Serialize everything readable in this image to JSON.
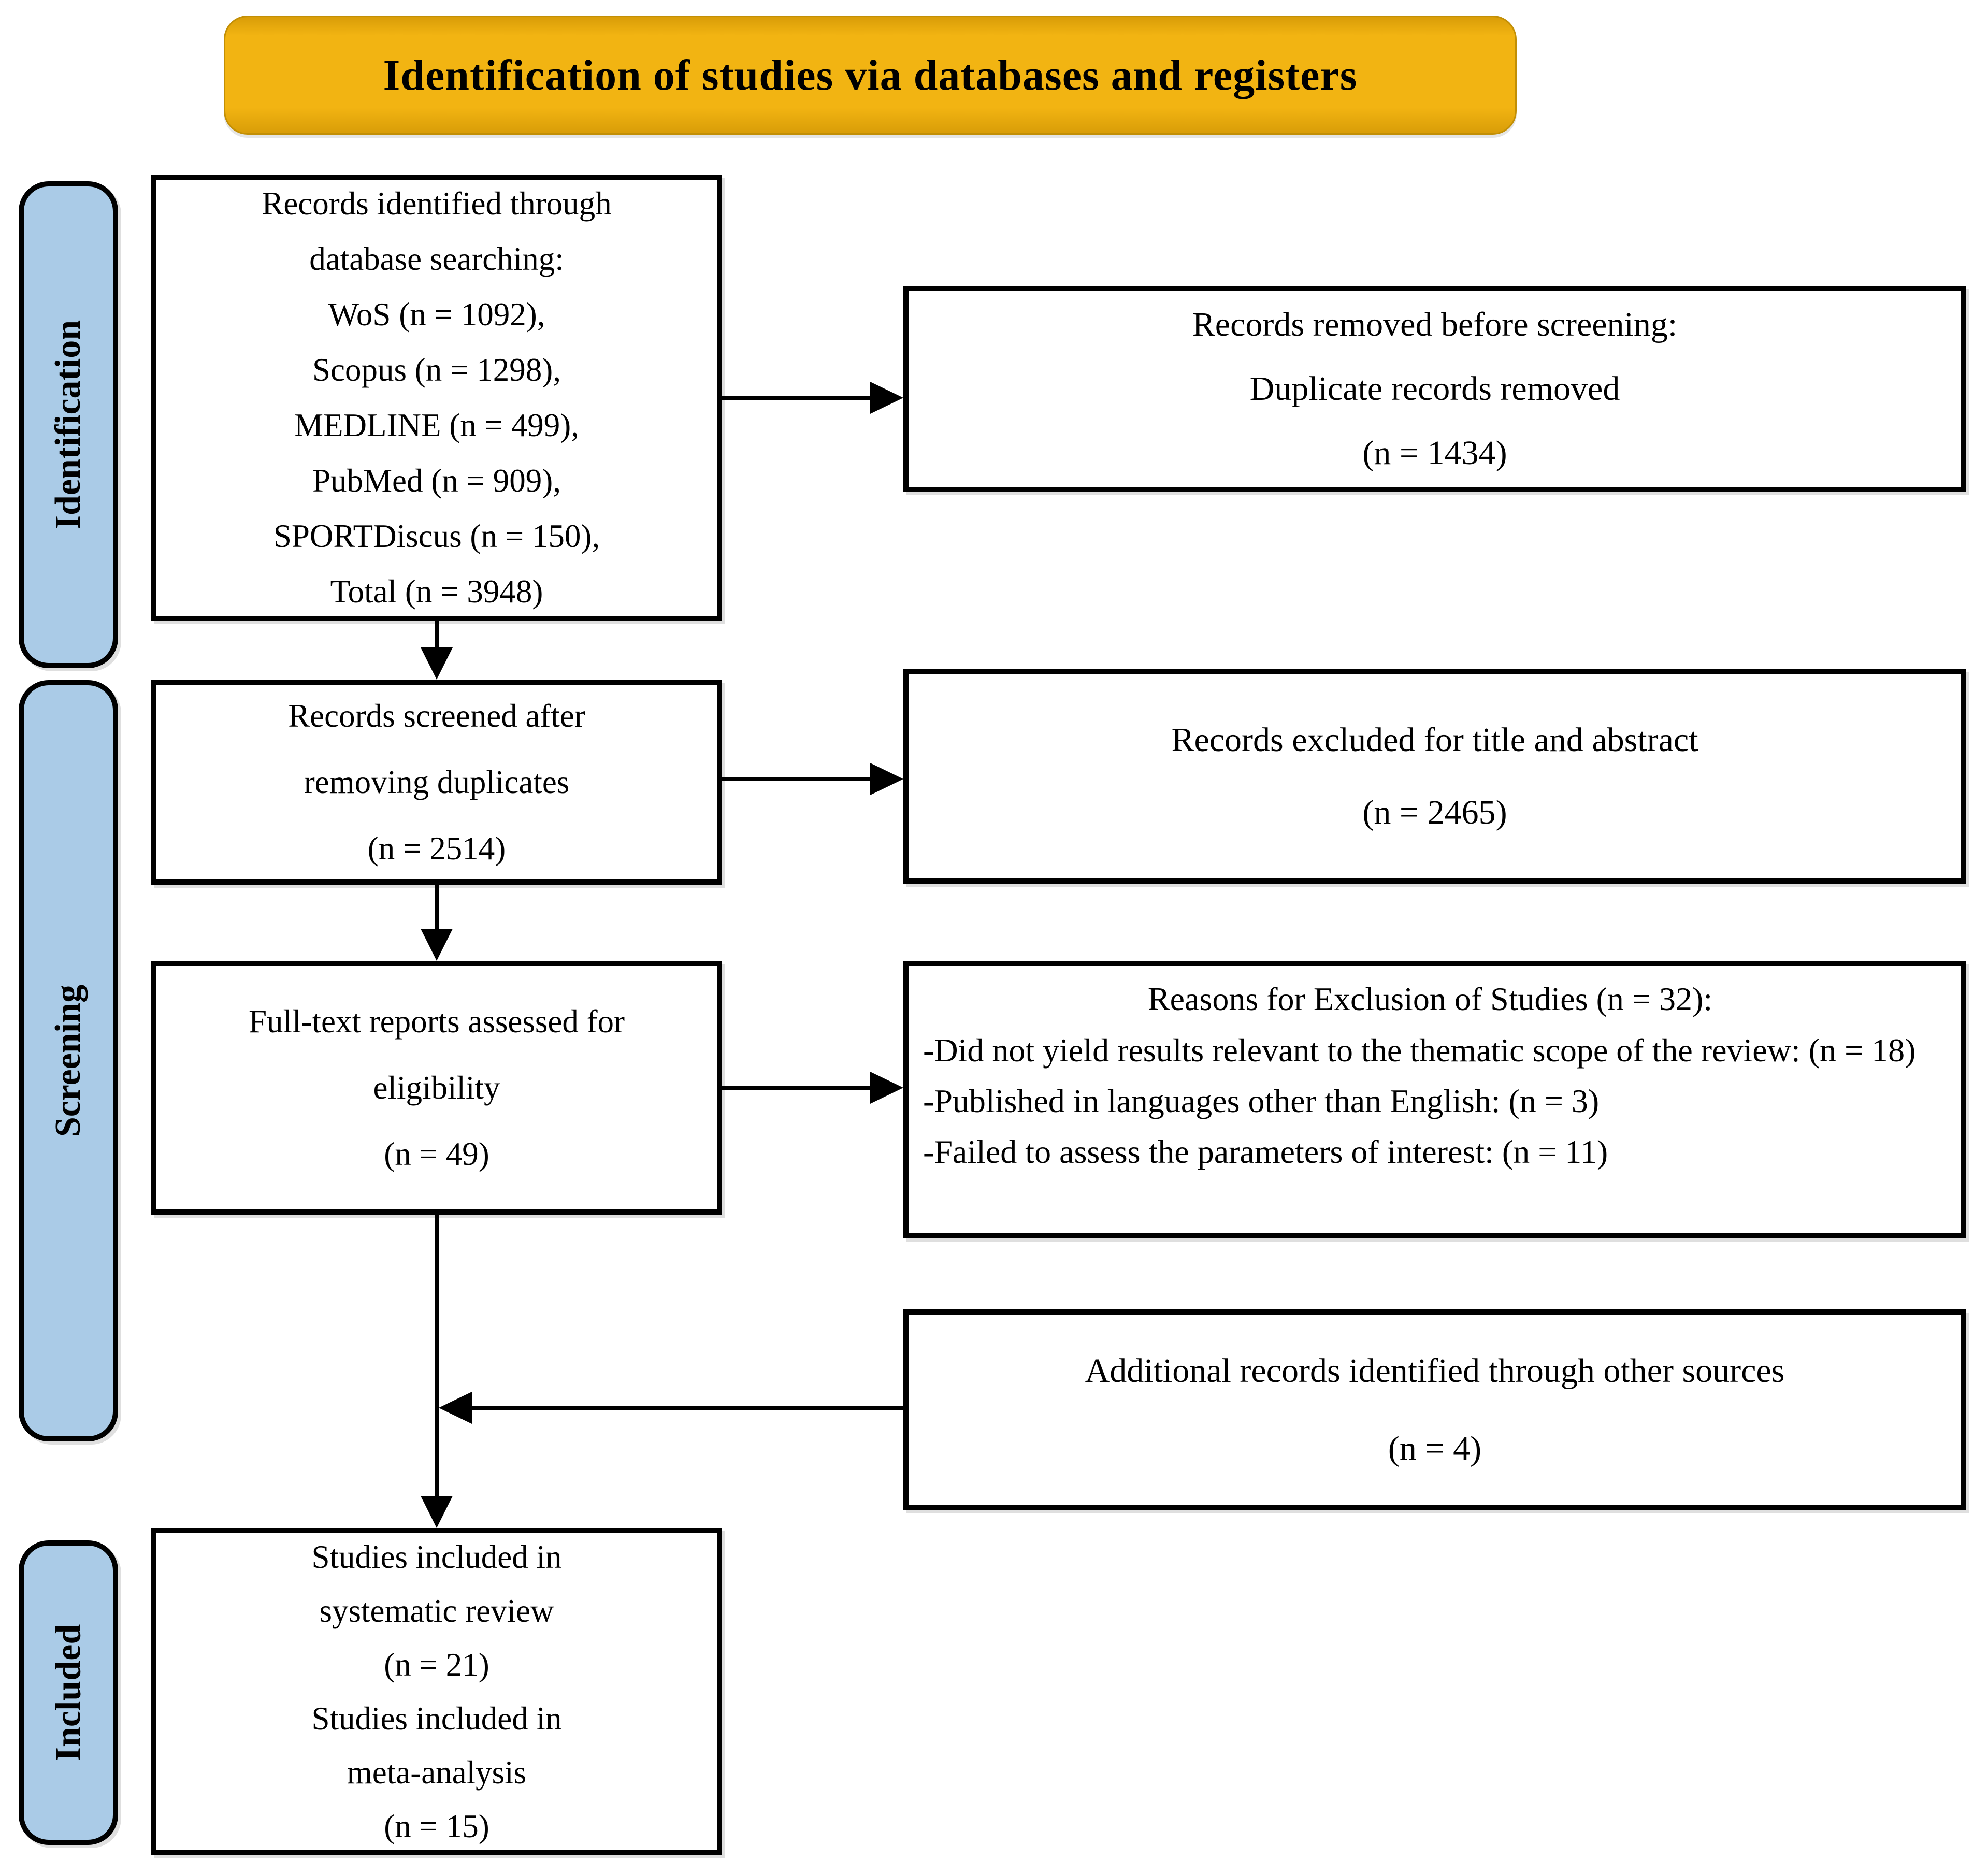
{
  "banner": {
    "title": "Identification of studies via databases and registers"
  },
  "sidebar": {
    "identification": "Identification",
    "screening": "Screening",
    "included": "Included"
  },
  "flow": {
    "records_identified": {
      "lines": [
        "Records identified through",
        "database searching:",
        "WoS (n = 1092),",
        "Scopus (n = 1298),",
        "MEDLINE (n = 499),",
        "PubMed (n = 909),",
        "SPORTDiscus (n = 150),",
        "Total (n = 3948)"
      ]
    },
    "records_removed": {
      "lines": [
        "Records removed before screening:",
        "Duplicate records removed",
        "(n = 1434)"
      ]
    },
    "records_screened": {
      "lines": [
        "Records screened after",
        "removing duplicates",
        "(n = 2514)"
      ]
    },
    "records_excluded": {
      "lines": [
        "Records excluded for title and abstract",
        "(n = 2465)"
      ]
    },
    "fulltext_assessed": {
      "lines": [
        "Full-text reports assessed for",
        "eligibility",
        "(n = 49)"
      ]
    },
    "exclusion_reasons": {
      "heading": "Reasons for Exclusion of Studies (n = 32):",
      "items": [
        "-Did not yield results relevant to the thematic scope of the review: (n = 18)",
        "-Published in languages other than English: (n = 3)",
        "-Failed to assess the parameters of interest: (n = 11)"
      ]
    },
    "additional_records": {
      "lines": [
        "Additional records identified through other sources",
        "(n = 4)"
      ]
    },
    "studies_included": {
      "lines": [
        "Studies included in",
        "systematic review",
        "(n = 21)",
        "Studies included in",
        "meta-analysis",
        "(n = 15)"
      ]
    }
  },
  "colors": {
    "banner_fill": "#F2B412",
    "banner_edge": "#C28F06",
    "sidebar_fill": "#AACBE7",
    "line_color": "#000000",
    "bg": "#FFFFFF"
  }
}
